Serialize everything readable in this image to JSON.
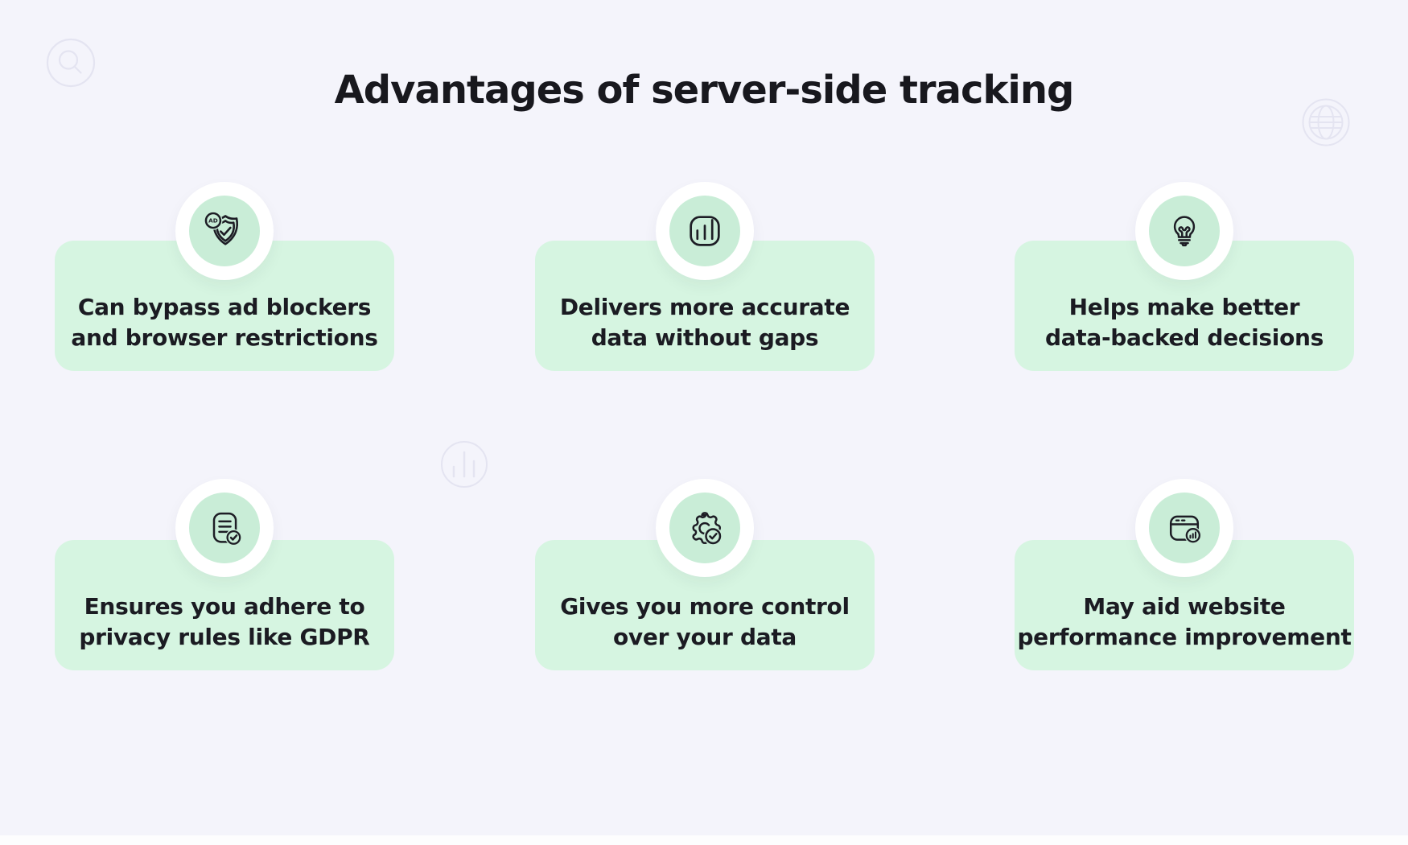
{
  "page": {
    "title": "Advantages of server-side tracking"
  },
  "colors": {
    "background": "#f4f4fb",
    "card_green": "#d6f5e1",
    "badge_green": "#c9edd7",
    "icon_stroke": "#1d1d25",
    "text": "#1b1b22",
    "decor_stroke": "#e4e4f1"
  },
  "decor": {
    "top_left_icon": "magnifier-circle-icon",
    "top_right_icon": "globe-icon",
    "middle_icon": "bar-chart-circle-icon"
  },
  "cards": [
    {
      "icon": "ad-shield-check-icon",
      "badge": "AD",
      "line1": "Can bypass ad blockers",
      "line2": "and browser restrictions"
    },
    {
      "icon": "bar-chart-icon",
      "line1": "Delivers more accurate",
      "line2": "data without gaps"
    },
    {
      "icon": "lightbulb-icon",
      "line1": "Helps make better",
      "line2": "data-backed decisions"
    },
    {
      "icon": "document-check-icon",
      "line1": "Ensures you adhere to",
      "line2": "privacy rules like GDPR"
    },
    {
      "icon": "gear-check-icon",
      "line1": "Gives you more control",
      "line2": "over your data"
    },
    {
      "icon": "browser-stats-icon",
      "line1": "May aid website",
      "line2": "performance improvement"
    }
  ]
}
